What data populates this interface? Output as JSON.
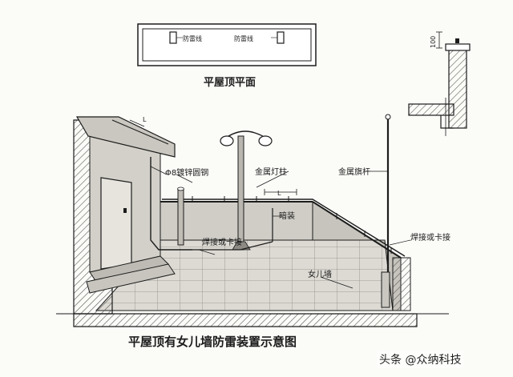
{
  "plan": {
    "title": "平屋顶平面",
    "label_left": "防雷线",
    "label_right": "防雷线"
  },
  "detail": {
    "dimension": "100"
  },
  "main": {
    "title": "平屋顶有女儿墙防雷装置示意图",
    "labels": {
      "galvanized_bar": "Φ8镀锌圆钢",
      "metal_lamp_post": "金属灯柱",
      "metal_flagpole": "金属旗杆",
      "spacing": "L",
      "spacing_dim": "L",
      "surface_mount": "暗装",
      "weld_clamp_left": "焊接或卡接",
      "weld_clamp_right": "焊接或卡接",
      "parapet": "女儿墙"
    }
  },
  "watermark": {
    "text": "头条 @众纳科技"
  },
  "colors": {
    "ink": "#1c1c1c",
    "paper": "#fbfbf8",
    "hatch": "#5a5a5a",
    "floor": "#d8d6cf"
  }
}
